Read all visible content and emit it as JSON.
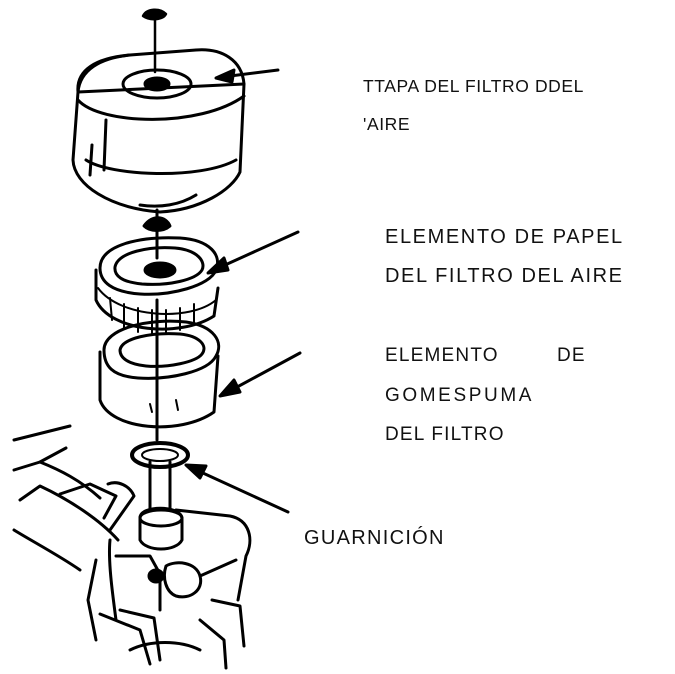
{
  "labels": {
    "air_filter_cover": {
      "line1": "TTAPA DEL FILTRO DDEL",
      "line2": "'AIRE"
    },
    "paper_element": {
      "line1": "ELEMENTO DE PAPEL",
      "line2": "DEL FILTRO DEL AIRE"
    },
    "foam_element": {
      "line1_word1": "ELEMENTO",
      "line1_word2": "DE",
      "line2": "GOMESPUMA",
      "line3": "DEL FILTRO"
    },
    "gasket": {
      "line1": "GUARNICIÓN"
    }
  }
}
